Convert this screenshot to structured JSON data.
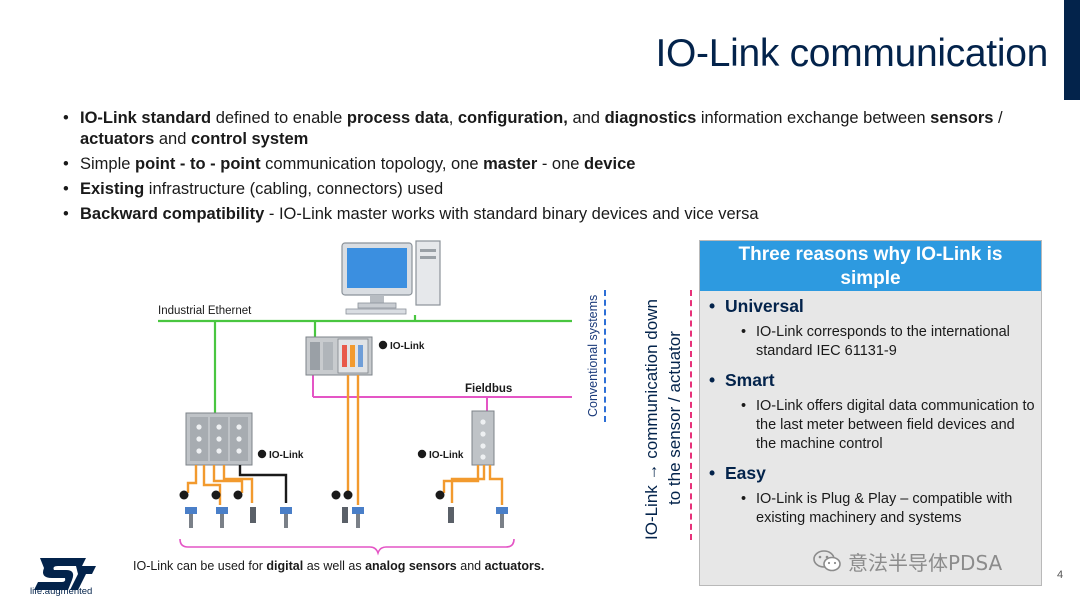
{
  "title": "IO-Link communication",
  "bullets": [
    {
      "parts": [
        {
          "b": "IO-Link standard"
        },
        {
          "t": " defined to enable "
        },
        {
          "b": "process data"
        },
        {
          "t": ", "
        },
        {
          "b": "configuration,"
        },
        {
          "t": " and "
        },
        {
          "b": "diagnostics"
        },
        {
          "t": " information exchange between "
        },
        {
          "b": "sensors"
        },
        {
          "t": " / "
        },
        {
          "b": "actuators"
        },
        {
          "t": " and "
        },
        {
          "b": "control system"
        }
      ]
    },
    {
      "parts": [
        {
          "t": "Simple "
        },
        {
          "b": "point - to - point"
        },
        {
          "t": " communication topology, one "
        },
        {
          "b": "master"
        },
        {
          "t": " - one "
        },
        {
          "b": "device"
        }
      ]
    },
    {
      "parts": [
        {
          "b": "Existing"
        },
        {
          "t": " infrastructure (cabling, connectors) used"
        }
      ]
    },
    {
      "parts": [
        {
          "b": "Backward compatibility"
        },
        {
          "t": " - IO-Link master works with standard binary devices and vice versa"
        }
      ]
    }
  ],
  "diagram": {
    "industrial_ethernet": "Industrial Ethernet",
    "fieldbus": "Fieldbus",
    "iolink_logo": "IO-Link",
    "colors": {
      "ethernet": "#49c640",
      "fieldbus": "#e455c5",
      "iolink_cable": "#f29a2e",
      "standard_cable": "#1a1a1a",
      "brace": "#e455c5"
    }
  },
  "side_labels": {
    "conventional": "Conventional systems",
    "down_line1": "IO-Link → communication down",
    "down_line2": "to the sensor / actuator"
  },
  "reasons": {
    "header": "Three reasons why IO-Link is simple",
    "items": [
      {
        "title": "Universal",
        "detail": "IO-Link corresponds to the international standard IEC 61131-9"
      },
      {
        "title": "Smart",
        "detail": "IO-Link offers digital data communication to the last meter between field devices and the machine control"
      },
      {
        "title": "Easy",
        "detail": "IO-Link is Plug & Play – compatible with existing machinery and systems"
      }
    ]
  },
  "caption": {
    "parts": [
      {
        "t": "IO-Link can be used for "
      },
      {
        "b": "digital"
      },
      {
        "t": " as well as "
      },
      {
        "b": "analog sensors"
      },
      {
        "t": " and "
      },
      {
        "b": "actuators."
      }
    ]
  },
  "footer": {
    "tagline": "life.augmented",
    "page": "4",
    "watermark": "意法半导体PDSA"
  },
  "colors": {
    "navy": "#03234b",
    "accent_blue": "#2d9ae0",
    "panel_grey": "#e7e7e7"
  }
}
